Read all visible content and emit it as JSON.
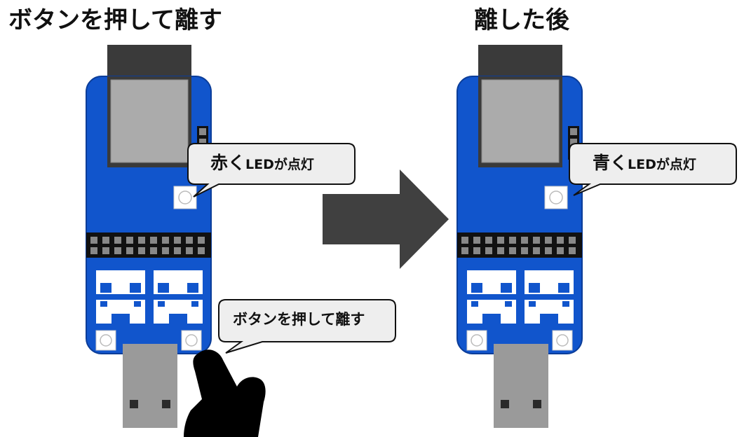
{
  "titles": {
    "left": "ボタンを押して離す",
    "right": "離した後"
  },
  "callouts": {
    "red_led": {
      "main": "赤く",
      "rest": "LEDが点灯"
    },
    "blue_led": {
      "main": "青く",
      "rest": "LEDが点灯"
    },
    "action": "ボタンを押して離す"
  },
  "colors": {
    "board": "#1155cc",
    "board_stroke": "#0b3d99",
    "module_dark": "#3a3a3a",
    "module_light": "#ababab",
    "arrow": "#404040",
    "hand": "#000000",
    "bubble_fill": "#eeeeee",
    "usb": "#9a9a9a"
  },
  "icons": [
    "hand-pointer-icon",
    "right-arrow-icon"
  ]
}
